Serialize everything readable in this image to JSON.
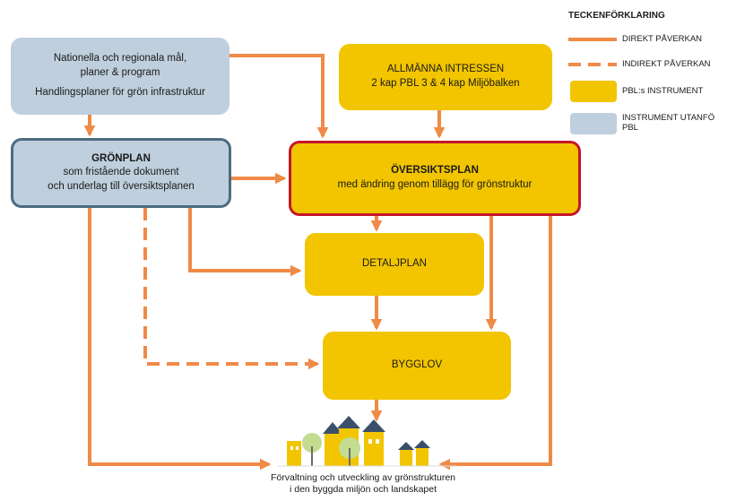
{
  "legend": {
    "title": "TECKENFÖRKLARING",
    "direct": "DIREKT PÅVERKAN",
    "indirect": "INDIREKT PÅVERKAN",
    "pbl_instrument": "PBL:s INSTRUMENT",
    "outside_line1": "INSTRUMENT UTANFÖ",
    "outside_line2": "PBL"
  },
  "boxes": {
    "national": {
      "line1": "Nationella och regionala mål,",
      "line2": "planer & program",
      "line3": "Handlingsplaner för grön infrastruktur"
    },
    "general_interests": {
      "title": "ALLMÄNNA INTRESSEN",
      "subtitle": "2 kap PBL 3 & 4 kap Miljöbalken"
    },
    "gronplan": {
      "title": "GRÖNPLAN",
      "line1": "som fristående dokument",
      "line2": "och underlag till översiktsplanen"
    },
    "oversiktsplan": {
      "title": "ÖVERSIKTSPLAN",
      "subtitle": "med ändring genom tillägg för grönstruktur"
    },
    "detaljplan": {
      "title": "DETALJPLAN"
    },
    "bygglov": {
      "title": "BYGGLOV"
    }
  },
  "bottom": {
    "line1": "Förvaltning och utveckling av grönstrukturen",
    "line2": "i den byggda miljön och landskapet"
  },
  "colors": {
    "arrow": "#ef8a47",
    "pbl": "#f2c500",
    "outside_pbl": "#bfcfdd",
    "gronplan_border": "#4d6b80",
    "oversiktsplan_border": "#c4162a",
    "roof": "#3a4f6a",
    "tree": "#c3dc8f"
  }
}
